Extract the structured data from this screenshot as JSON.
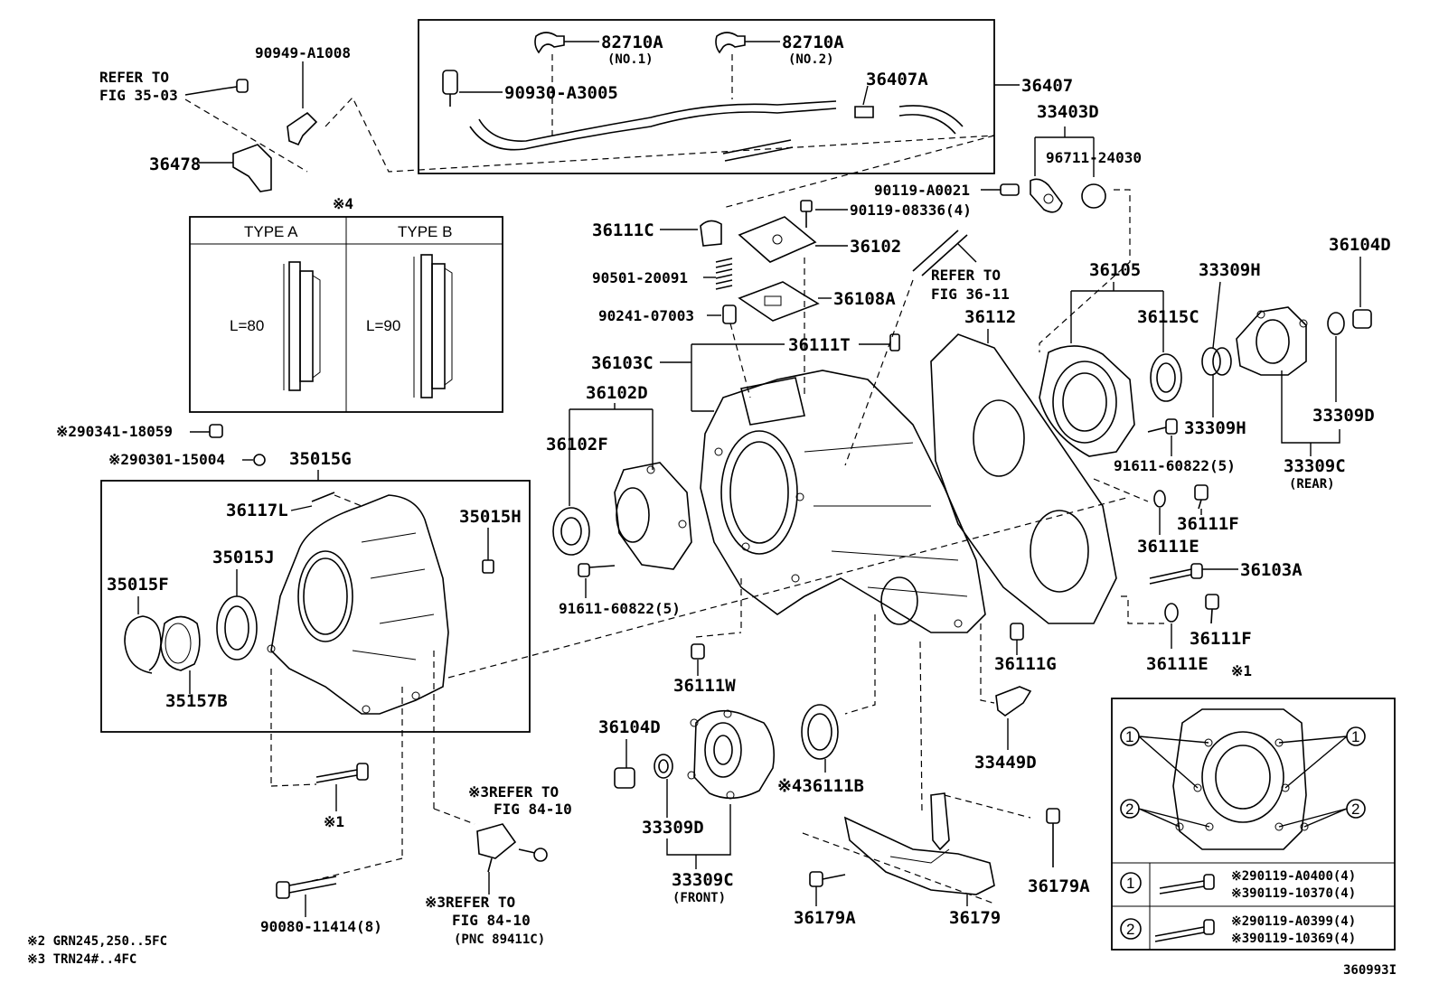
{
  "labels": {
    "refer_fig35": [
      "REFER TO",
      "FIG 35-03"
    ],
    "p90949": "90949-A1008",
    "p36478": "36478",
    "p82710a_1": "82710A",
    "no1": "(NO.1)",
    "p82710a_2": "82710A",
    "no2": "(NO.2)",
    "p90930": "90930-A3005",
    "p36407a": "36407A",
    "p36407": "36407",
    "p33403d": "33403D",
    "p96711": "96711-24030",
    "p90119a": "90119-A0021",
    "p90119b": "90119-08336(4)",
    "p36111c": "36111C",
    "p36102": "36102",
    "refer_fig36": [
      "REFER TO",
      "FIG 36-11"
    ],
    "p90501": "90501-20091",
    "p36108a": "36108A",
    "p90241": "90241-07003",
    "p36111t": "36111T",
    "p36103c": "36103C",
    "p36102d": "36102D",
    "p36102f": "36102F",
    "p36112": "36112",
    "p36105": "36105",
    "p33309h_1": "33309H",
    "p36104d_1": "36104D",
    "p36115c": "36115C",
    "p33309h_2": "33309H",
    "p33309d_1": "33309D",
    "p91611_r": "91611-60822(5)",
    "p33309c_r": "33309C",
    "rear": "(REAR)",
    "p290341": "※290341-18059",
    "p290301": "※290301-15004",
    "p35015g": "35015G",
    "p36117l": "36117L",
    "p35015h": "35015H",
    "p35015j": "35015J",
    "p35015f": "35015F",
    "p35157b": "35157B",
    "p91611_l": "91611-60822(5)",
    "p36111f_1": "36111F",
    "p36111e_1": "36111E",
    "p36103a": "36103A",
    "p36111f_2": "36111F",
    "p36111e_2": "36111E",
    "p36111w": "36111W",
    "p36111g": "36111G",
    "p36104d_2": "36104D",
    "p33309d_2": "33309D",
    "p33309c_f": "33309C",
    "front": "(FRONT)",
    "p36111b": "※436111B",
    "p33449d": "33449D",
    "note1": "※1",
    "refer_84a": [
      "※3REFER TO",
      "FIG 84-10"
    ],
    "refer_84b": [
      "※3REFER TO",
      "FIG 84-10",
      "(PNC 89411C)"
    ],
    "p90080": "90080-11414(8)",
    "p36179a_1": "36179A",
    "p36179": "36179",
    "p36179a_2": "36179A",
    "foot2": "※2 GRN245,250..5FC",
    "foot3": "※3 TRN24#..4FC",
    "diagram_id": "360993I"
  },
  "type_table": {
    "mark": "※4",
    "type_a": "TYPE A",
    "type_b": "TYPE B",
    "len_a": "L=80",
    "len_b": "L=90"
  },
  "inset": {
    "mark": "※1",
    "callout_1": "1",
    "callout_2": "2",
    "row1_num": "1",
    "row1_a": "※290119-A0400(4)",
    "row1_b": "※390119-10370(4)",
    "row2_num": "2",
    "row2_a": "※290119-A0399(4)",
    "row2_b": "※390119-10369(4)"
  }
}
